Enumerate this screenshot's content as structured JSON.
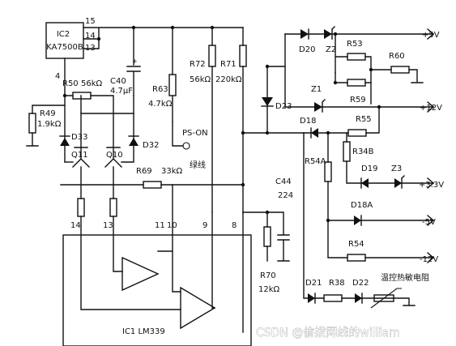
{
  "ic2": {
    "ref": "IC2",
    "part": "KA7500B",
    "pin15": "15",
    "pin14": "14",
    "pin13": "13",
    "pin4": "4"
  },
  "ic1": {
    "label": "IC1 LM339",
    "pin14": "14",
    "pin13": "13",
    "pin11": "11",
    "pin10": "10",
    "pin9": "9",
    "pin8": "8"
  },
  "components": {
    "r50": "R50",
    "r50_val": "56kΩ",
    "r49": "R49",
    "r49_val": "1.9kΩ",
    "c40": "C40",
    "c40_val": "4.7μF",
    "r63": "R63",
    "r63_val": "4.7kΩ",
    "r72": "R72",
    "r72_val": "56kΩ",
    "r71": "R71",
    "r71_val": "220kΩ",
    "d33": "D33",
    "q11": "Q11",
    "q10": "Q10",
    "d32": "D32",
    "r69": "R69",
    "r69_val": "33kΩ",
    "ps_on": "PS-ON",
    "green_wire": "绿线",
    "c44": "C44",
    "c44_val": "224",
    "r70": "R70",
    "r70_val": "12kΩ",
    "d20": "D20",
    "z2": "Z2",
    "r53": "R53",
    "r60": "R60",
    "d23": "D23",
    "z1": "Z1",
    "r59": "R59",
    "d18": "D18",
    "r55": "R55",
    "r54a": "R54A",
    "r34b": "R34B",
    "d19": "D19",
    "z3": "Z3",
    "d18a": "D18A",
    "r54": "R54",
    "d21": "D21",
    "r38": "R38",
    "d22": "D22",
    "thermistor": "温控热敏电阻"
  },
  "rails": {
    "p5v": "+5V",
    "p12v": "+12V",
    "p33v": "+3.3V",
    "n5v": "-5V",
    "n12v": "-12V"
  },
  "watermark": "CSDN @偷拨网线的william"
}
